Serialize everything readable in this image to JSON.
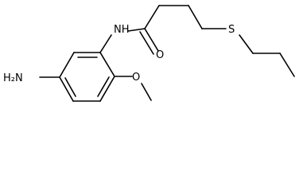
{
  "atoms": {
    "nh": "NH",
    "o": "O",
    "s": "S",
    "h2n": "H₂N",
    "methoxy_o": "O"
  },
  "colors": {
    "bond": "#000000",
    "label": "#000000",
    "background": "#ffffff"
  }
}
